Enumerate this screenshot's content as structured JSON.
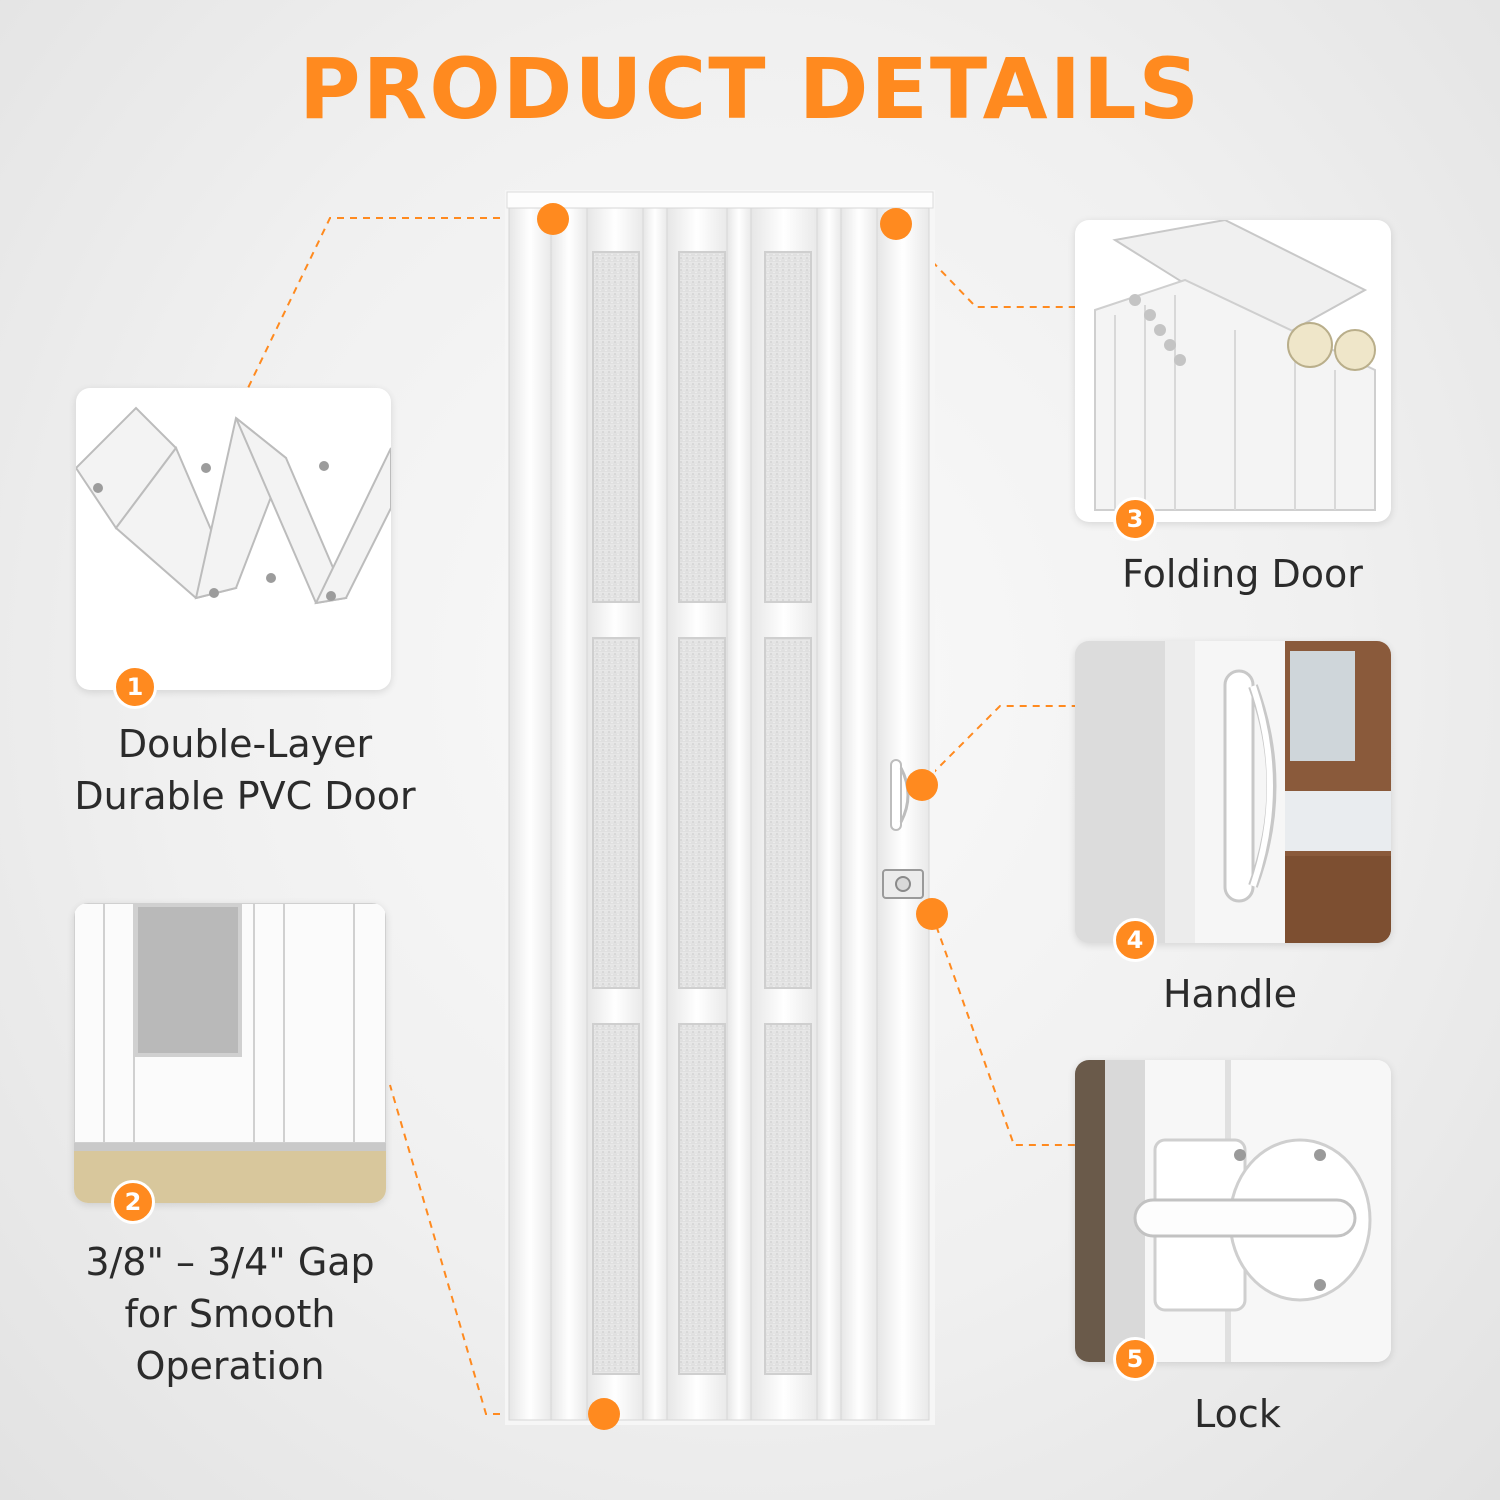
{
  "header": {
    "title": "PRODUCT DETAILS"
  },
  "accent_color": "#ff8a1f",
  "features": [
    {
      "number": "1",
      "label_line1": "Double-Layer",
      "label_line2": "Durable PVC Door"
    },
    {
      "number": "2",
      "label_line1": "3/8\" – 3/4\" Gap",
      "label_line2": "for Smooth",
      "label_line3": "Operation"
    },
    {
      "number": "3",
      "label": "Folding Door"
    },
    {
      "number": "4",
      "label": "Handle"
    },
    {
      "number": "5",
      "label": "Lock"
    }
  ]
}
